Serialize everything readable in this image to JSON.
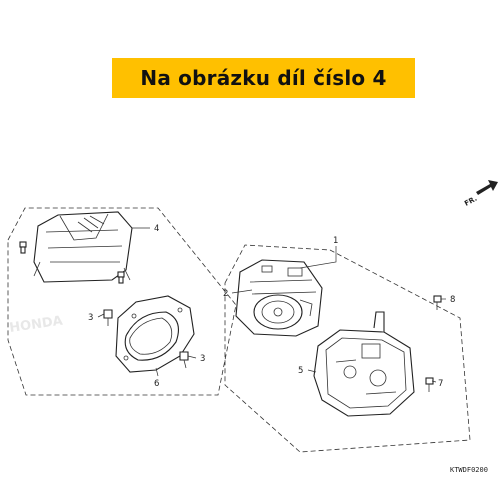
{
  "banner": {
    "text": "Na obrázku díl číslo 4",
    "color": "#ffc000"
  },
  "direction_label": "FR.",
  "diagram_code": "KTWDF0200",
  "callouts": [
    "1",
    "2",
    "3",
    "3",
    "4",
    "5",
    "6",
    "7",
    "8"
  ]
}
